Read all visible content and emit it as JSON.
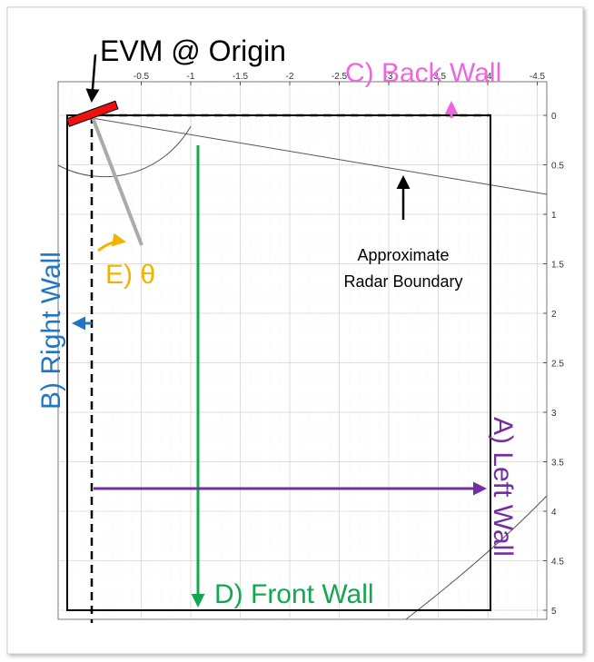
{
  "labels": {
    "evm": "EVM @ Origin",
    "back_wall": "C) Back Wall",
    "right_wall": "B) Right Wall",
    "left_wall": "A) Left Wall",
    "front_wall": "D) Front Wall",
    "theta": "E) θ",
    "radar_line1": "Approximate",
    "radar_line2": "Radar Boundary"
  },
  "axes": {
    "x_ticks": [
      "-0.5",
      "-1",
      "-1.5",
      "-2",
      "-2.5",
      "-3",
      "-3.5",
      "-4",
      "-4.5"
    ],
    "y_ticks": [
      "0",
      "0.5",
      "1",
      "1.5",
      "2",
      "2.5",
      "3",
      "3.5",
      "4",
      "4.5",
      "5"
    ],
    "x_range": [
      0.3,
      -4.5
    ],
    "y_range": [
      -0.3,
      5.05
    ]
  },
  "colors": {
    "back_wall": "#ee66dd",
    "right_wall": "#1f77c4",
    "left_wall": "#7030a0",
    "front_wall": "#12a84f",
    "theta": "#f0b400",
    "sensor": "#ee1111",
    "frame": "#000000"
  }
}
